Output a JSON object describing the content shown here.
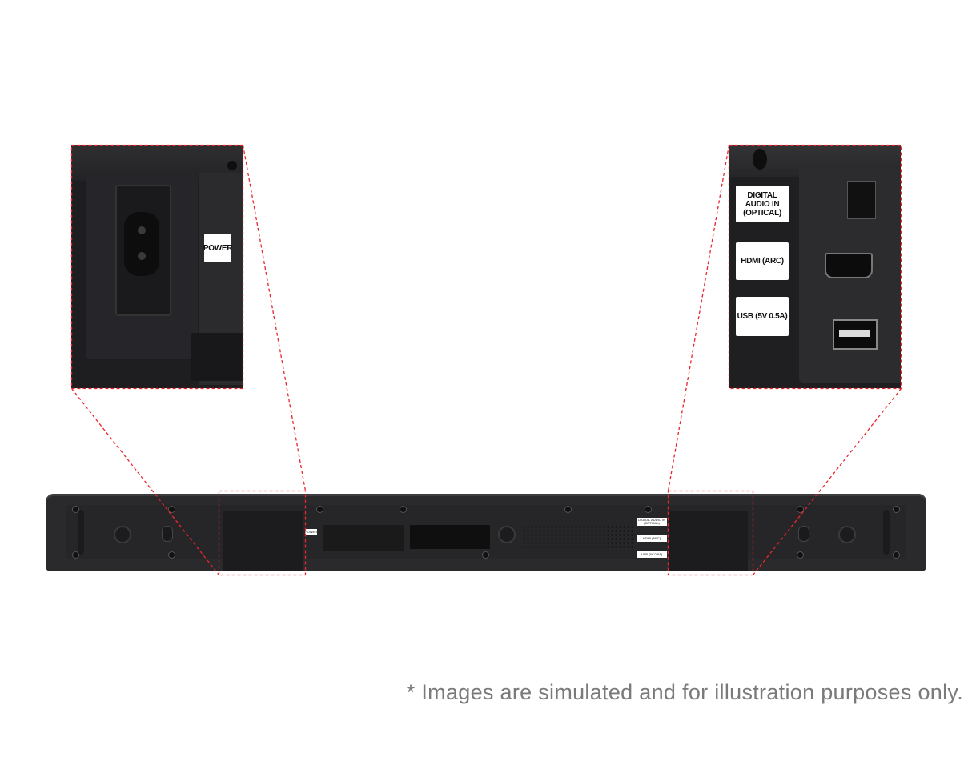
{
  "left_inset": {
    "power_label": "POWER"
  },
  "right_inset": {
    "optical_label": "DIGITAL AUDIO IN (OPTICAL)",
    "hdmi_label": "HDMI (ARC)",
    "usb_label": "USB (5V 0.5A)"
  },
  "soundbar": {
    "power_label": "POWER",
    "optical_label": "DIGITAL AUDIO IN (OPTICAL)",
    "hdmi_label": "HDMI (ARC)",
    "usb_label": "USB (5V 0.5A)"
  },
  "callout_color": "#e8262b",
  "caption": "* Images are simulated and for illustration purposes only."
}
